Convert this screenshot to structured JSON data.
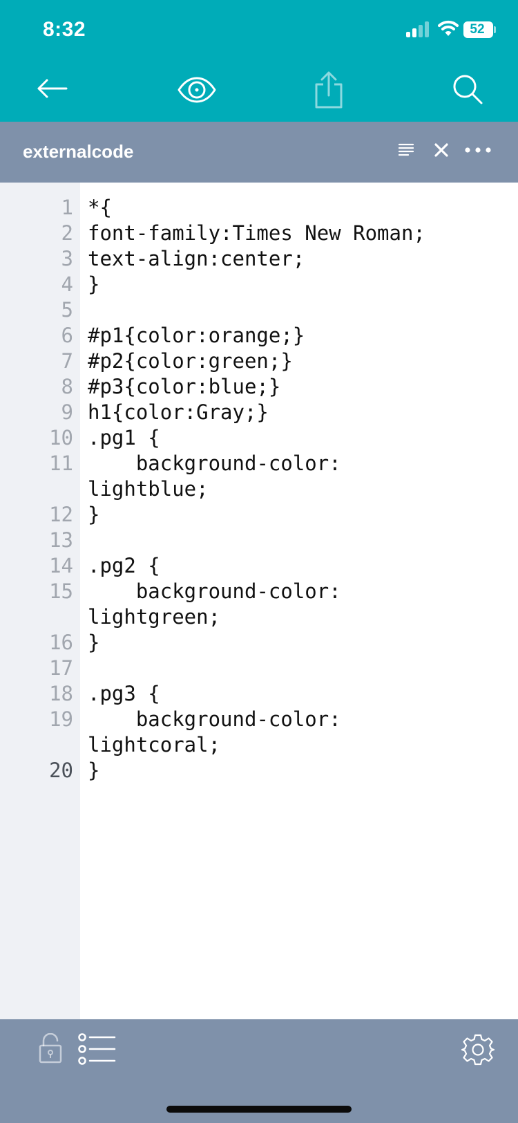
{
  "status_bar": {
    "time": "8:32",
    "battery": "52"
  },
  "toolbar": {
    "back_icon": "arrow-left-icon",
    "preview_icon": "eye-icon",
    "share_icon": "share-icon",
    "search_icon": "search-icon"
  },
  "file": {
    "name": "externalcode",
    "actions": [
      "format-lines-icon",
      "close-icon",
      "more-icon"
    ]
  },
  "editor": {
    "current_line": 20,
    "lines": [
      {
        "num": "1",
        "text": "*{"
      },
      {
        "num": "2",
        "text": "font-family:Times New Roman;"
      },
      {
        "num": "3",
        "text": "text-align:center;"
      },
      {
        "num": "4",
        "text": "}"
      },
      {
        "num": "5",
        "text": ""
      },
      {
        "num": "6",
        "text": "#p1{color:orange;}"
      },
      {
        "num": "7",
        "text": "#p2{color:green;}"
      },
      {
        "num": "8",
        "text": "#p3{color:blue;}"
      },
      {
        "num": "9",
        "text": "h1{color:Gray;}"
      },
      {
        "num": "10",
        "text": ".pg1 {"
      },
      {
        "num": "11",
        "text": "    background-color:\nlightblue;"
      },
      {
        "num": "12",
        "text": "}"
      },
      {
        "num": "13",
        "text": ""
      },
      {
        "num": "14",
        "text": ".pg2 {"
      },
      {
        "num": "15",
        "text": "    background-color:\nlightgreen;"
      },
      {
        "num": "16",
        "text": "}"
      },
      {
        "num": "17",
        "text": ""
      },
      {
        "num": "18",
        "text": ".pg3 {"
      },
      {
        "num": "19",
        "text": "    background-color:\nlightcoral;"
      },
      {
        "num": "20",
        "text": "}"
      }
    ]
  },
  "bottom_bar": {
    "lock_icon": "unlock-icon",
    "list_icon": "list-icon",
    "settings_icon": "gear-icon"
  },
  "colors": {
    "toolbar": "#00acb8",
    "file_bar": "#7f91aa",
    "gutter": "#eff1f5",
    "line_number": "#a1a6ae"
  }
}
